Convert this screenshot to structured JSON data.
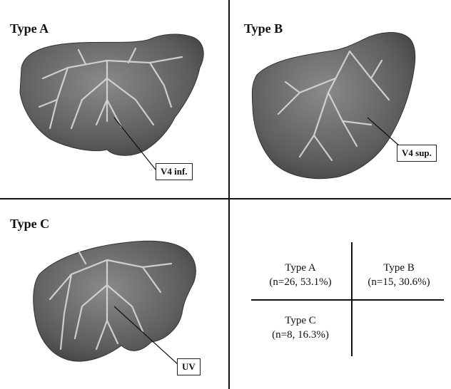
{
  "panels": {
    "a": {
      "title": "Type A",
      "label": "V4 inf."
    },
    "b": {
      "title": "Type B",
      "label": "V4 sup."
    },
    "c": {
      "title": "Type C",
      "label": "UV"
    }
  },
  "table": {
    "cell_a": {
      "name": "Type A",
      "stats": "(n=26, 53.1%)"
    },
    "cell_b": {
      "name": "Type B",
      "stats": "(n=15, 30.6%)"
    },
    "cell_c": {
      "name": "Type C",
      "stats": "(n=8, 16.3%)"
    }
  },
  "colors": {
    "liver": "#6e6e6e",
    "liver_dark": "#4a4a4a",
    "vessel": "#d9d9d9",
    "line": "#111111"
  }
}
